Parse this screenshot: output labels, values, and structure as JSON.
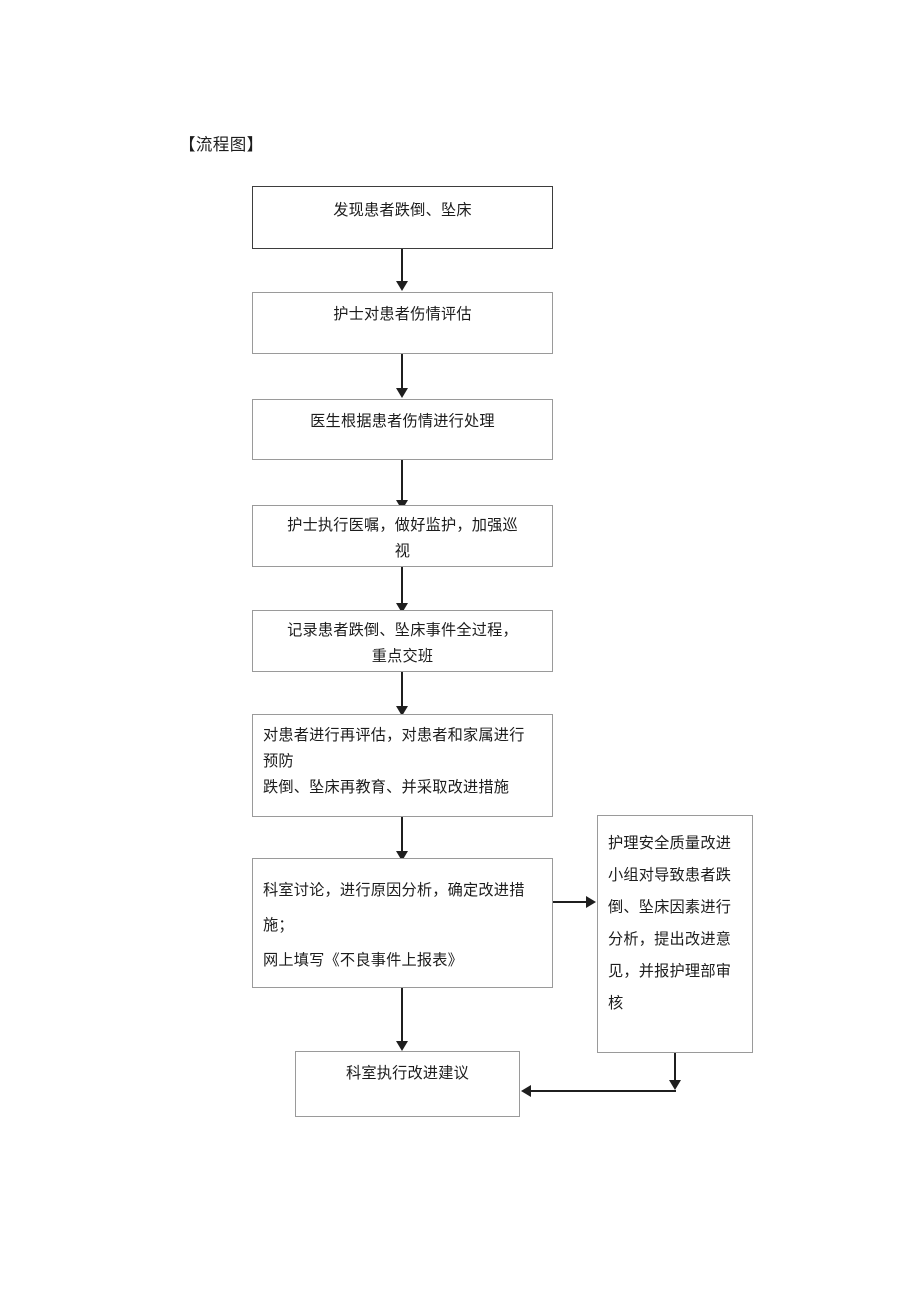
{
  "document": {
    "title": "【流程图】"
  },
  "chart_data": {
    "type": "diagram",
    "diagram_kind": "flowchart",
    "title": "【流程图】",
    "orientation": "top-to-bottom",
    "nodes": [
      {
        "id": "n1",
        "label": "发现患者跌倒、坠床",
        "lines": [
          "发现患者跌倒、坠床"
        ],
        "align": "center",
        "border": "dark"
      },
      {
        "id": "n2",
        "label": "护士对患者伤情评估",
        "lines": [
          "护士对患者伤情评估"
        ],
        "align": "center",
        "border": "light"
      },
      {
        "id": "n3",
        "label": "医生根据患者伤情进行处理",
        "lines": [
          "医生根据患者伤情进行处理"
        ],
        "align": "center",
        "border": "light"
      },
      {
        "id": "n4",
        "label": "护士执行医嘱，做好监护，加强巡视",
        "lines": [
          "护士执行医嘱，做好监护，加强巡",
          "视"
        ],
        "align": "center",
        "border": "light"
      },
      {
        "id": "n5",
        "label": "记录患者跌倒、坠床事件全过程，重点交班",
        "lines": [
          "记录患者跌倒、坠床事件全过程，",
          "重点交班"
        ],
        "align": "center",
        "border": "light"
      },
      {
        "id": "n6",
        "label": "对患者进行再评估，对患者和家属进行预防 跌倒、坠床再教育、并采取改进措施",
        "lines": [
          "对患者进行再评估，对患者和家属进行",
          "预防",
          "跌倒、坠床再教育、并采取改进措施"
        ],
        "align": "left",
        "border": "light"
      },
      {
        "id": "n7",
        "label": "科室讨论，进行原因分析，确定改进措施； 网上填写《不良事件上报表》",
        "lines": [
          "科室讨论，进行原因分析，确定改进措",
          "施；",
          "网上填写《不良事件上报表》"
        ],
        "align": "left",
        "border": "light"
      },
      {
        "id": "n8",
        "label": "护理安全质量改进小组对导致患者跌倒、坠床因素进行分析，提出改进意见，并报护理部审核",
        "lines": [
          "护理安全质量改进",
          "小组对导致患者跌",
          "倒、坠床因素进行",
          "分析，提出改进意",
          "见，并报护理部审",
          "核"
        ],
        "align": "left",
        "border": "light"
      },
      {
        "id": "n9",
        "label": "科室执行改进建议",
        "lines": [
          "科室执行改进建议"
        ],
        "align": "center",
        "border": "light"
      }
    ],
    "edges": [
      {
        "from": "n1",
        "to": "n2",
        "direction": "down"
      },
      {
        "from": "n2",
        "to": "n3",
        "direction": "down"
      },
      {
        "from": "n3",
        "to": "n4",
        "direction": "down"
      },
      {
        "from": "n4",
        "to": "n5",
        "direction": "down"
      },
      {
        "from": "n5",
        "to": "n6",
        "direction": "down"
      },
      {
        "from": "n6",
        "to": "n7",
        "direction": "down"
      },
      {
        "from": "n7",
        "to": "n8",
        "direction": "right"
      },
      {
        "from": "n7",
        "to": "n9",
        "direction": "down"
      },
      {
        "from": "n8",
        "to": "n9",
        "direction": "down-then-left"
      }
    ],
    "colors": {
      "node_border_light": "#9a9a9a",
      "node_border_dark": "#3d3d3d",
      "connector": "#1f1f1f",
      "node_fill": "#ffffff",
      "text": "#1c1c1c",
      "page_background": "#ffffff"
    }
  }
}
